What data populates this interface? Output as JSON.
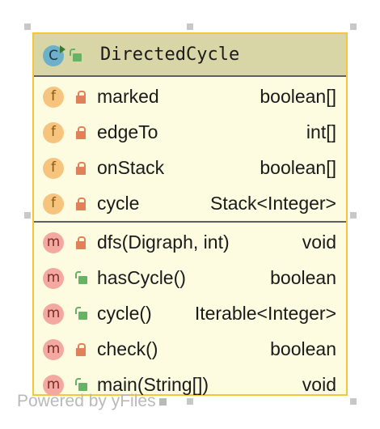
{
  "class": {
    "name": "DirectedCycle",
    "kind_letter": "C",
    "visibility": "public",
    "icon": "class-icon"
  },
  "fields": [
    {
      "kind_letter": "f",
      "visibility": "private",
      "name": "marked",
      "type": "boolean[]"
    },
    {
      "kind_letter": "f",
      "visibility": "private",
      "name": "edgeTo",
      "type": "int[]"
    },
    {
      "kind_letter": "f",
      "visibility": "private",
      "name": "onStack",
      "type": "boolean[]"
    },
    {
      "kind_letter": "f",
      "visibility": "private",
      "name": "cycle",
      "type": "Stack<Integer>"
    }
  ],
  "methods": [
    {
      "kind_letter": "m",
      "visibility": "private",
      "name": "dfs(Digraph, int)",
      "type": "void"
    },
    {
      "kind_letter": "m",
      "visibility": "public",
      "name": "hasCycle()",
      "type": "boolean"
    },
    {
      "kind_letter": "m",
      "visibility": "public",
      "name": "cycle()",
      "type": "Iterable<Integer>"
    },
    {
      "kind_letter": "m",
      "visibility": "private",
      "name": "check()",
      "type": "boolean"
    },
    {
      "kind_letter": "m",
      "visibility": "public",
      "name": "main(String[])",
      "type": "void"
    }
  ],
  "watermark": "Powered by yFiles",
  "colors": {
    "border": "#f5c53b",
    "header": "#d8d6a7",
    "body": "#fefce0",
    "field_badge": "#f6c47d",
    "method_badge": "#f3a9a2",
    "private_lock": "#e2805a",
    "public_lock": "#66b366"
  }
}
